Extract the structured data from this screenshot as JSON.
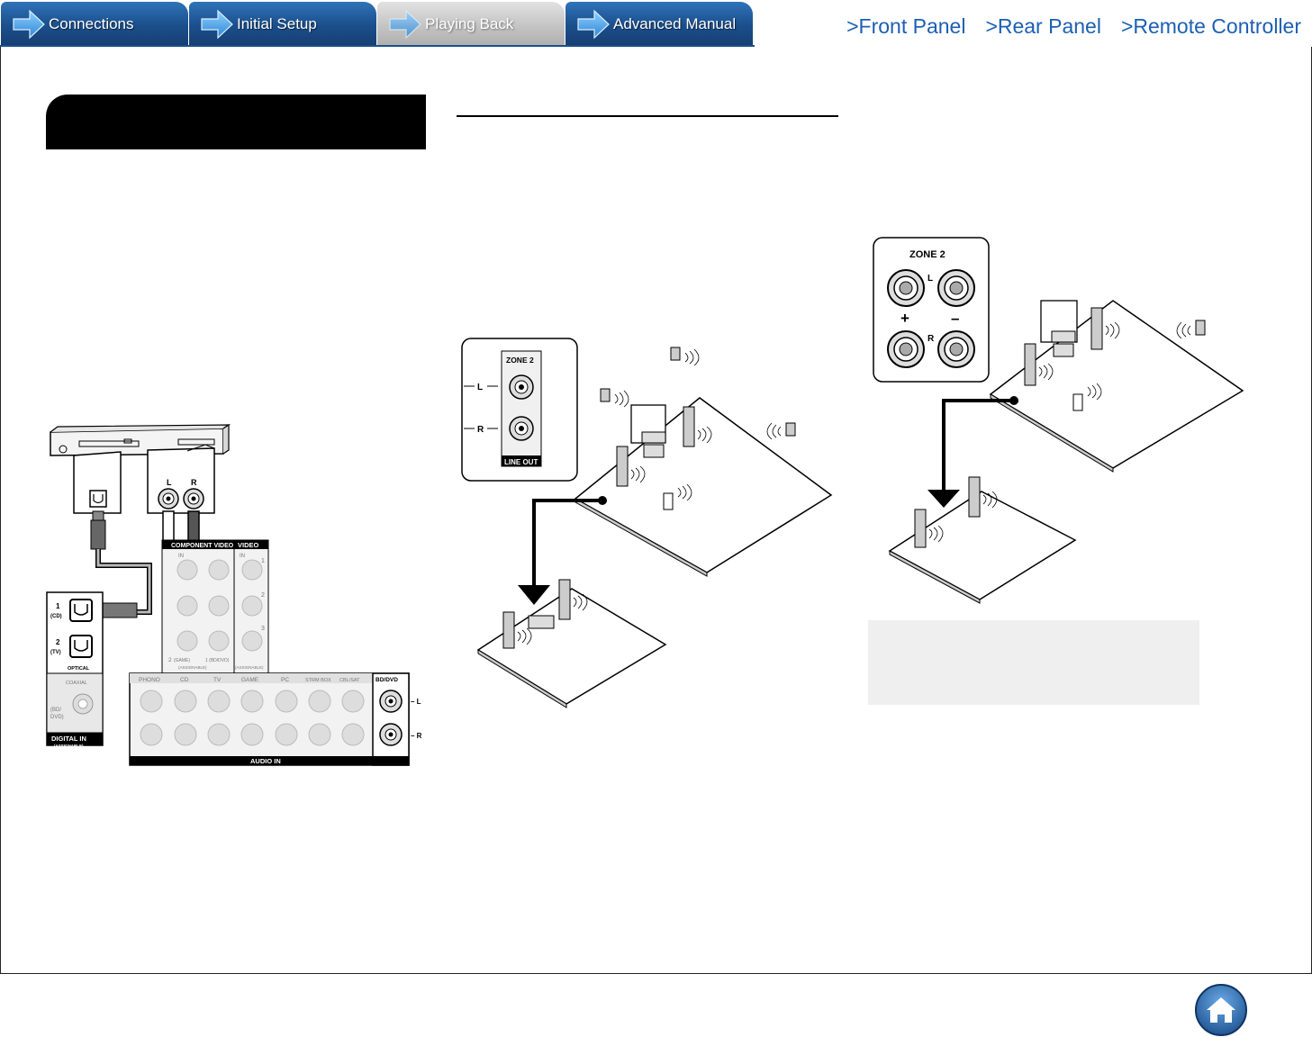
{
  "nav": {
    "tabs": [
      {
        "label": "Connections",
        "active": false
      },
      {
        "label": "Initial Setup",
        "active": false
      },
      {
        "label": "Playing Back",
        "active": true
      },
      {
        "label": "Advanced Manual",
        "active": false
      }
    ],
    "links": [
      ">Front Panel",
      ">Rear Panel",
      ">Remote Controller"
    ]
  },
  "section": {
    "title": ""
  },
  "colors": {
    "nav_blue": "#1b4f8c",
    "link_blue": "#1c5fb4",
    "active_tab": "#c2c2c2",
    "note_bg": "#efefef"
  },
  "diagram1": {
    "player_jacks": {
      "left": "L",
      "right": "R"
    },
    "digital_in": {
      "opt1_num": "1",
      "opt1_name": "(CD)",
      "opt2_num": "2",
      "opt2_name": "(TV)",
      "optical": "OPTICAL",
      "coaxial": "COAXIAL",
      "bd_line1": "(BD/",
      "bd_line2": "DVD)",
      "title": "DIGITAL IN",
      "subtitle": "(ASSIGNABLE)"
    },
    "component": {
      "title": "COMPONENT VIDEO",
      "in": "IN",
      "video": "VIDEO",
      "video_in": "IN",
      "n1": "1",
      "n2": "2",
      "n3": "3",
      "row_b": "2",
      "row_b_game": "(GAME)",
      "row_b_bd": "1 (BD/DVD)",
      "assignable": "(ASSIGNABLE)",
      "assignable2": "(ASSIGNABLE)"
    },
    "audio_in": {
      "labels": [
        "PHONO",
        "CD",
        "TV",
        "GAME",
        "PC",
        "STRM BOX",
        "CBL/SAT",
        "BD/DVD"
      ],
      "title": "AUDIO IN",
      "l": "– L",
      "r": "– R"
    }
  },
  "diagram2": {
    "zone_label": "ZONE 2",
    "l": "L",
    "r": "R",
    "line_out": "LINE OUT"
  },
  "diagram3": {
    "zone_label": "ZONE 2",
    "l": "L",
    "r": "R",
    "plus": "+",
    "minus": "–"
  },
  "home": {
    "icon": "home-icon"
  }
}
